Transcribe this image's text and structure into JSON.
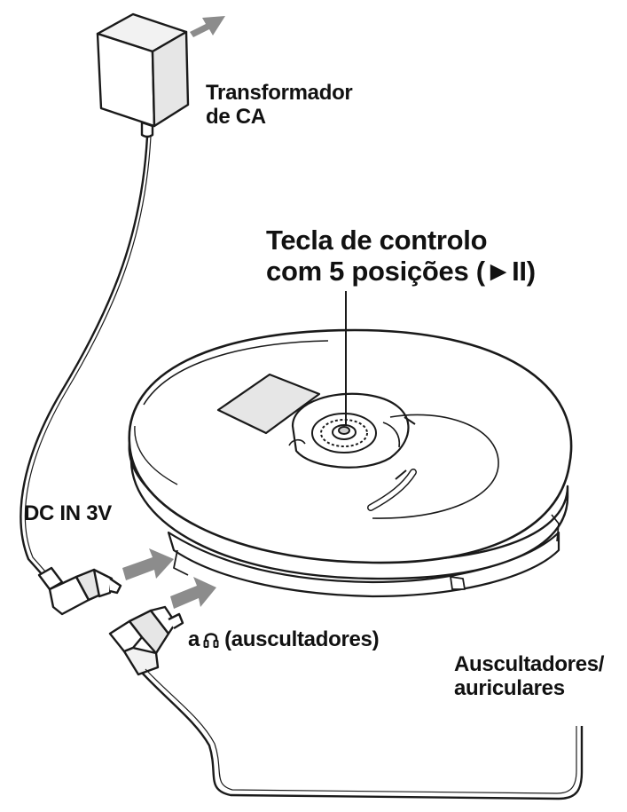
{
  "labels": {
    "adapter_line1": "Transformador",
    "adapter_line2": "de CA",
    "control_line1": "Tecla de controlo",
    "control_line2": "com 5 posições (►II)",
    "dc_in": "DC IN 3V",
    "jack_prefix": "a",
    "jack_suffix": "(auscultadores)",
    "phones_line1": "Auscultadores/",
    "phones_line2": "auriculares"
  },
  "icons": [
    "ac-adapter-icon",
    "cd-player-icon",
    "control-key-icon",
    "dc-plug-icon",
    "headphone-plug-icon",
    "arrow-icon",
    "headphone-icon"
  ],
  "colors": {
    "line": "#1a1a1a",
    "arrow": "#8c8c8c",
    "fill": "#ffffff",
    "shade": "#e6e6e6"
  }
}
